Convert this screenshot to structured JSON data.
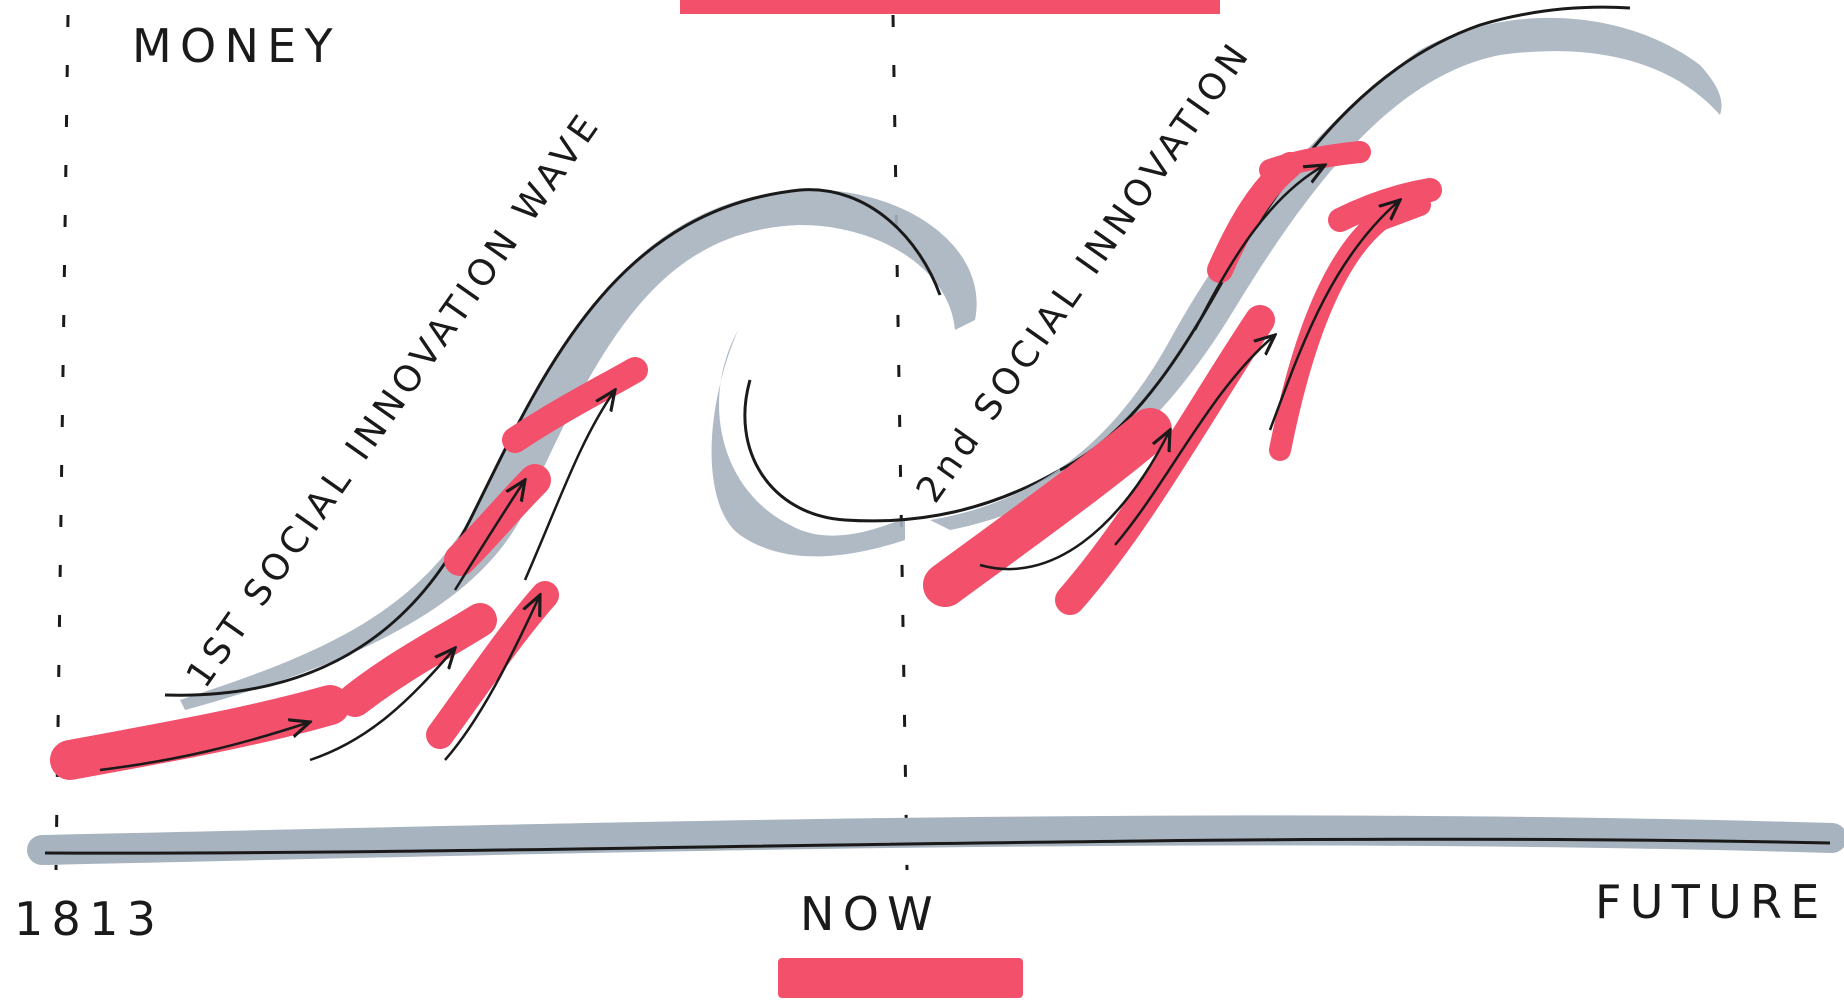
{
  "labels": {
    "y_axis": "MONEY",
    "x_start": "1813",
    "x_middle": "NOW",
    "x_end": "FUTURE",
    "wave_1": "1ST SOCIAL INNOVATION WAVE",
    "wave_2": "2nd SOCIAL INNOVATION"
  },
  "colors": {
    "wave_gray": "#a7b3bf",
    "arrow_red": "#f2506b",
    "ink": "#1a1a1a"
  }
}
